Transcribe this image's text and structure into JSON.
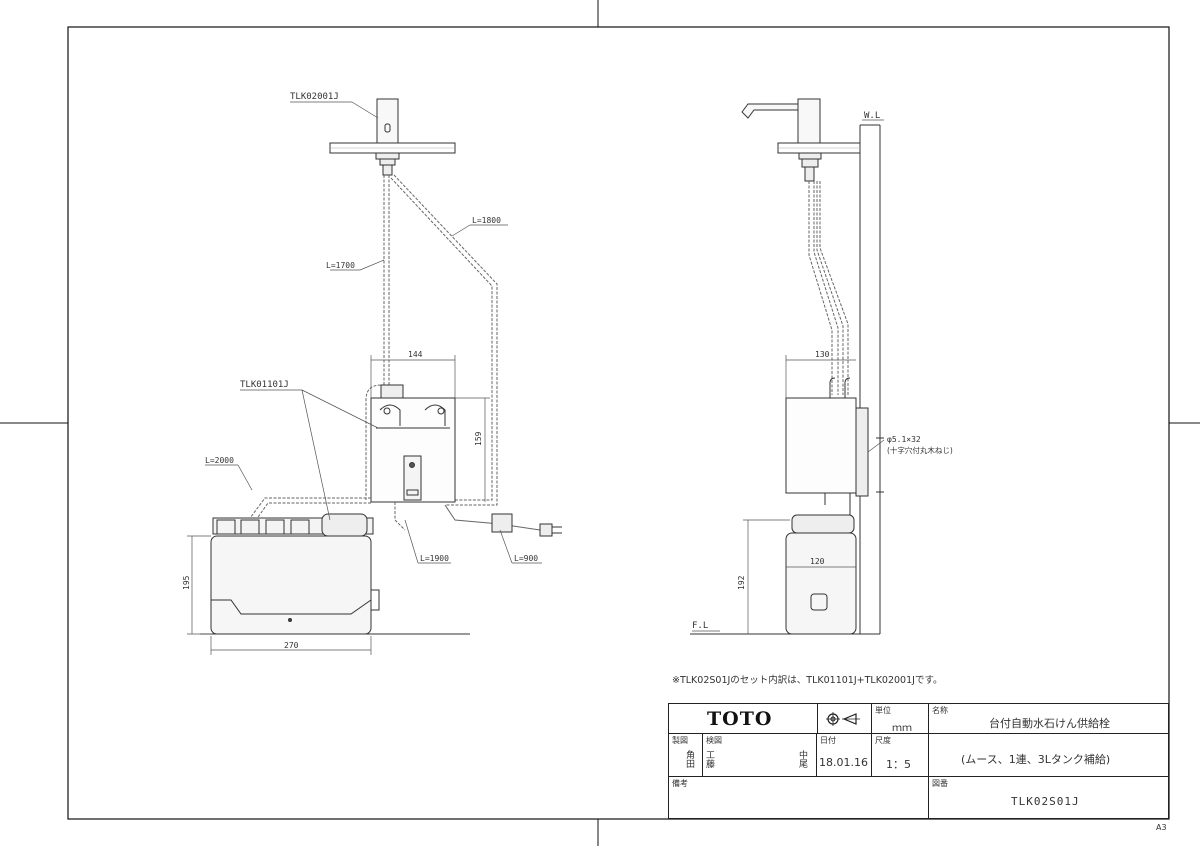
{
  "labels": {
    "faucet_model": "TLK02001J",
    "unit_model": "TLK01101J",
    "wl": "W.L",
    "fl": "F.L",
    "cable_1800": "L=1800",
    "cable_1700": "L=1700",
    "cable_2000": "L=2000",
    "cable_1900": "L=1900",
    "cable_900": "L=900",
    "screw_line1": "φ5.1×32",
    "screw_line2": "(十字穴付丸木ねじ)"
  },
  "dimensions": {
    "front_width": "144",
    "front_height": "159",
    "tank_height": "195",
    "tank_width": "270",
    "side_depth": "130",
    "tank_depth": "120",
    "side_tank_height": "192"
  },
  "note": "※TLK02S01Jのセット内訳は、TLK01101J+TLK02001Jです。",
  "title_block": {
    "brand": "TOTO",
    "projection_symbol": "third-angle-projection-icon",
    "unit_label": "単位",
    "unit_value": "ｍｍ",
    "name_label": "名称",
    "name_value": "台付自動水石けん供給栓",
    "name_sub": "(ムース、1連、3Lタンク補給)",
    "drawn_label": "製図",
    "drawn_chars": [
      "角",
      "田"
    ],
    "checked_label": "検図",
    "checked_chars": [
      "工",
      "藤"
    ],
    "checked_chars2": [
      "中",
      "尾"
    ],
    "date_label": "日付",
    "date_value": "18.01.16",
    "scale_label": "尺度",
    "scale_value": "1：5",
    "remarks_label": "備考",
    "drawing_no_label": "図番",
    "drawing_no_value": "TLK02S01J"
  },
  "sheet_size": "A3"
}
